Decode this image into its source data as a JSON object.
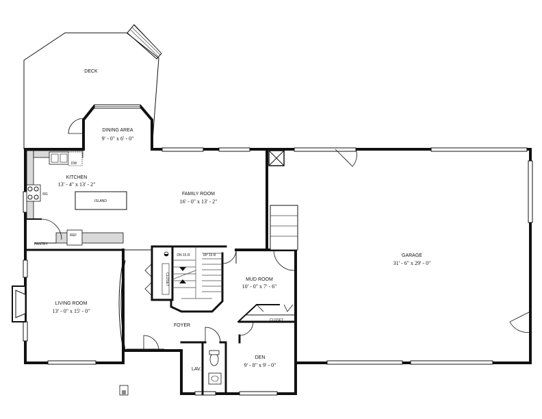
{
  "rooms": {
    "deck": {
      "name": "DECK"
    },
    "dining": {
      "name": "DINING AREA",
      "dim": "9' - 0\" x 6' - 0\""
    },
    "kitchen": {
      "name": "KITCHEN",
      "dim": "13' - 4\" x 13' - 2\""
    },
    "family": {
      "name": "FAMILY ROOM",
      "dim": "16' - 0\" x 13' - 2\""
    },
    "garage": {
      "name": "GARAGE",
      "dim": "31' - 6\" x 29' - 0\""
    },
    "living": {
      "name": "LIVING ROOM",
      "dim": "13' - 0\" x 15' - 0\""
    },
    "mud": {
      "name": "MUD ROOM",
      "dim": "10' - 0\" x 7' - 6\""
    },
    "foyer": {
      "name": "FOYER"
    },
    "den": {
      "name": "DEN",
      "dim": "9' - 8\" x 9' - 0\""
    },
    "lav": {
      "name": "LAV."
    }
  },
  "labels": {
    "dw": "DW",
    "rg": "RG",
    "island": "ISLAND",
    "ref": "REF",
    "pantry": "PANTRY",
    "stairs_down": "DN 15 R",
    "stairs_up": "UP 15 R",
    "closet_stair": "CLOSET",
    "closet_mud": "CLOSET"
  }
}
